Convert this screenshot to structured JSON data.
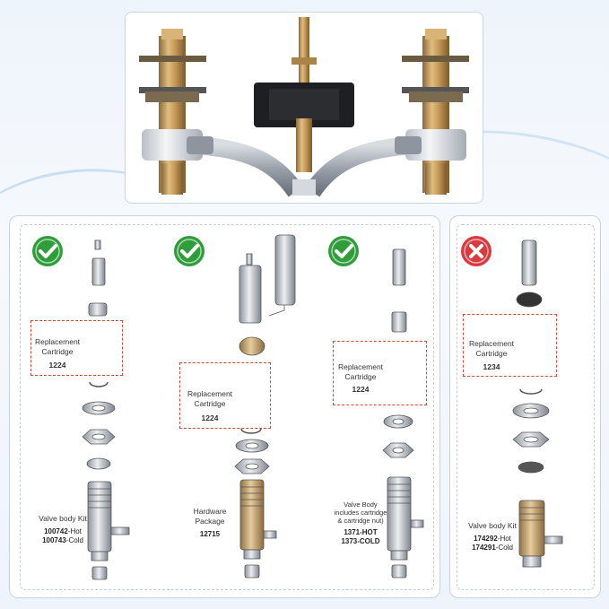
{
  "columns": [
    {
      "status": "check",
      "cartridge": {
        "title_line1": "Replacement",
        "title_line2": "Cartridge",
        "number": "1224"
      },
      "body": {
        "title": "Valve body Kit",
        "codes": [
          {
            "num": "100742",
            "suffix": "-Hot"
          },
          {
            "num": "100743",
            "suffix": "-Cold"
          }
        ]
      }
    },
    {
      "status": "check",
      "cartridge": {
        "title_line1": "Replacement",
        "title_line2": "Cartridge",
        "number": "1224"
      },
      "body": {
        "title_line1": "Hardware",
        "title_line2": "Package",
        "number": "12715"
      }
    },
    {
      "status": "check",
      "cartridge": {
        "title_line1": "Replacement",
        "title_line2": "Cartridge",
        "number": "1224"
      },
      "body": {
        "title_line1": "Valve Body",
        "title_line2": "includes cartridge",
        "title_line3": "& cartridge nut)",
        "codes": [
          {
            "num": "1371",
            "suffix": "-HOT"
          },
          {
            "num": "1373",
            "suffix": "-COLD"
          }
        ]
      }
    },
    {
      "status": "cross",
      "cartridge": {
        "title_line1": "Replacement",
        "title_line2": "Cartridge",
        "number": "1234"
      },
      "body": {
        "title": "Valve body Kit",
        "codes": [
          {
            "num": "174292",
            "suffix": "-Hot"
          },
          {
            "num": "174291",
            "suffix": "-Cold"
          }
        ]
      }
    }
  ],
  "colors": {
    "check": "#2f9e3a",
    "cross": "#d93a3e",
    "callout": "#d8453b",
    "brass": "#c9a063",
    "steel": "#c8ccd2"
  }
}
